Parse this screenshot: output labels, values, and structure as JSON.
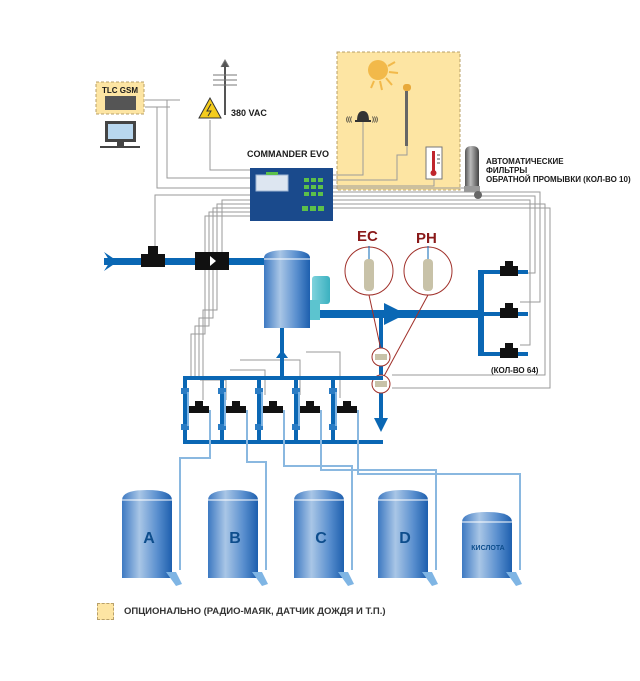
{
  "diagram": {
    "title": "Fertigation system scheme",
    "components": {
      "gsm": {
        "label": "TLC GSM"
      },
      "power": {
        "label": "380 VAC"
      },
      "controller": {
        "label": "COMMANDER EVO"
      },
      "filters": {
        "label_lines": [
          "АВТОМАТИЧЕСКИЕ",
          "ФИЛЬТРЫ",
          "ОБРАТНОЙ ПРОМЫВКИ (КОЛ-ВО 10)"
        ]
      },
      "sensors": [
        {
          "label": "EC"
        },
        {
          "label": "PH"
        }
      ],
      "field_valves": {
        "label": "(КОЛ-ВО 64)",
        "count_shown": 3
      },
      "injectors": {
        "count": 5
      },
      "tanks": [
        {
          "label": "A"
        },
        {
          "label": "B"
        },
        {
          "label": "C"
        },
        {
          "label": "D"
        },
        {
          "label": "КИСЛОТА"
        }
      ],
      "optional_box": {
        "items": [
          "sun-sensor",
          "weather-antenna",
          "radio-beacon",
          "thermometer"
        ]
      }
    },
    "legend": {
      "swatch_color": "#fde5a3",
      "text": "ОПЦИОНАЛЬНО (РАДИО-МАЯК, ДАТЧИК ДОЖДЯ И Т.П.)"
    },
    "colors": {
      "pipe": "#0a67b4",
      "suction_line": "#8ab8e0",
      "wire": "#9a9a9a",
      "sensor_circle": "#a0302a",
      "optional_fill": "#fde5a3",
      "controller_panel": "#1a4a8c"
    }
  }
}
